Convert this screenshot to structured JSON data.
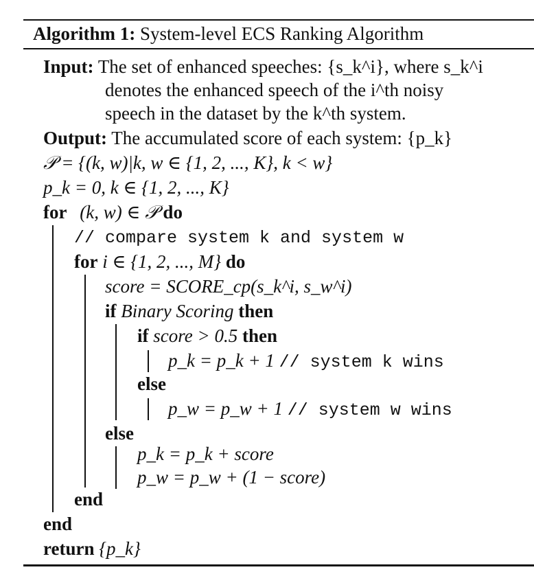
{
  "algorithm": {
    "label": "Algorithm 1:",
    "name": "System-level ECS Ranking Algorithm"
  },
  "input": {
    "keyword": "Input:",
    "line1": "The set of enhanced speeches: {s_k^i}, where s_k^i",
    "line2": "denotes the enhanced speech of the i^th noisy",
    "line3": "speech in the dataset by the k^th system."
  },
  "output": {
    "keyword": "Output:",
    "text": "The accumulated score of each system: {p_k}"
  },
  "steps": {
    "pair_set": "𝒫 = {(k, w)|k, w ∈ {1, 2, ..., K}, k < w}",
    "init": "p_k = 0, k ∈ {1, 2, ..., K}",
    "for_outer_kw": "for",
    "for_outer_expr": "(k, w) ∈ 𝒫",
    "do_kw": "do",
    "comment_compare": "// compare system k and system w",
    "for_inner_kw": "for",
    "for_inner_expr": "i ∈ {1, 2, ..., M}",
    "do_inner_kw": "do",
    "score_assign": "score = SCORE_cp(s_k^i, s_w^i)",
    "if_kw": "if",
    "if_cond": "Binary Scoring",
    "then_kw": "then",
    "if_inner_kw": "if",
    "if_inner_cond": "score > 0.5",
    "then_inner_kw": "then",
    "win_k": "p_k = p_k + 1",
    "win_k_comment": "// system k wins",
    "else_inner_kw": "else",
    "win_w": "p_w = p_w + 1",
    "win_w_comment": "// system w wins",
    "else_kw": "else",
    "soft_k": "p_k = p_k + score",
    "soft_w": "p_w = p_w + (1 − score)",
    "end_inner_kw": "end",
    "end_outer_kw": "end",
    "return_kw": "return",
    "return_expr": "{p_k}"
  }
}
